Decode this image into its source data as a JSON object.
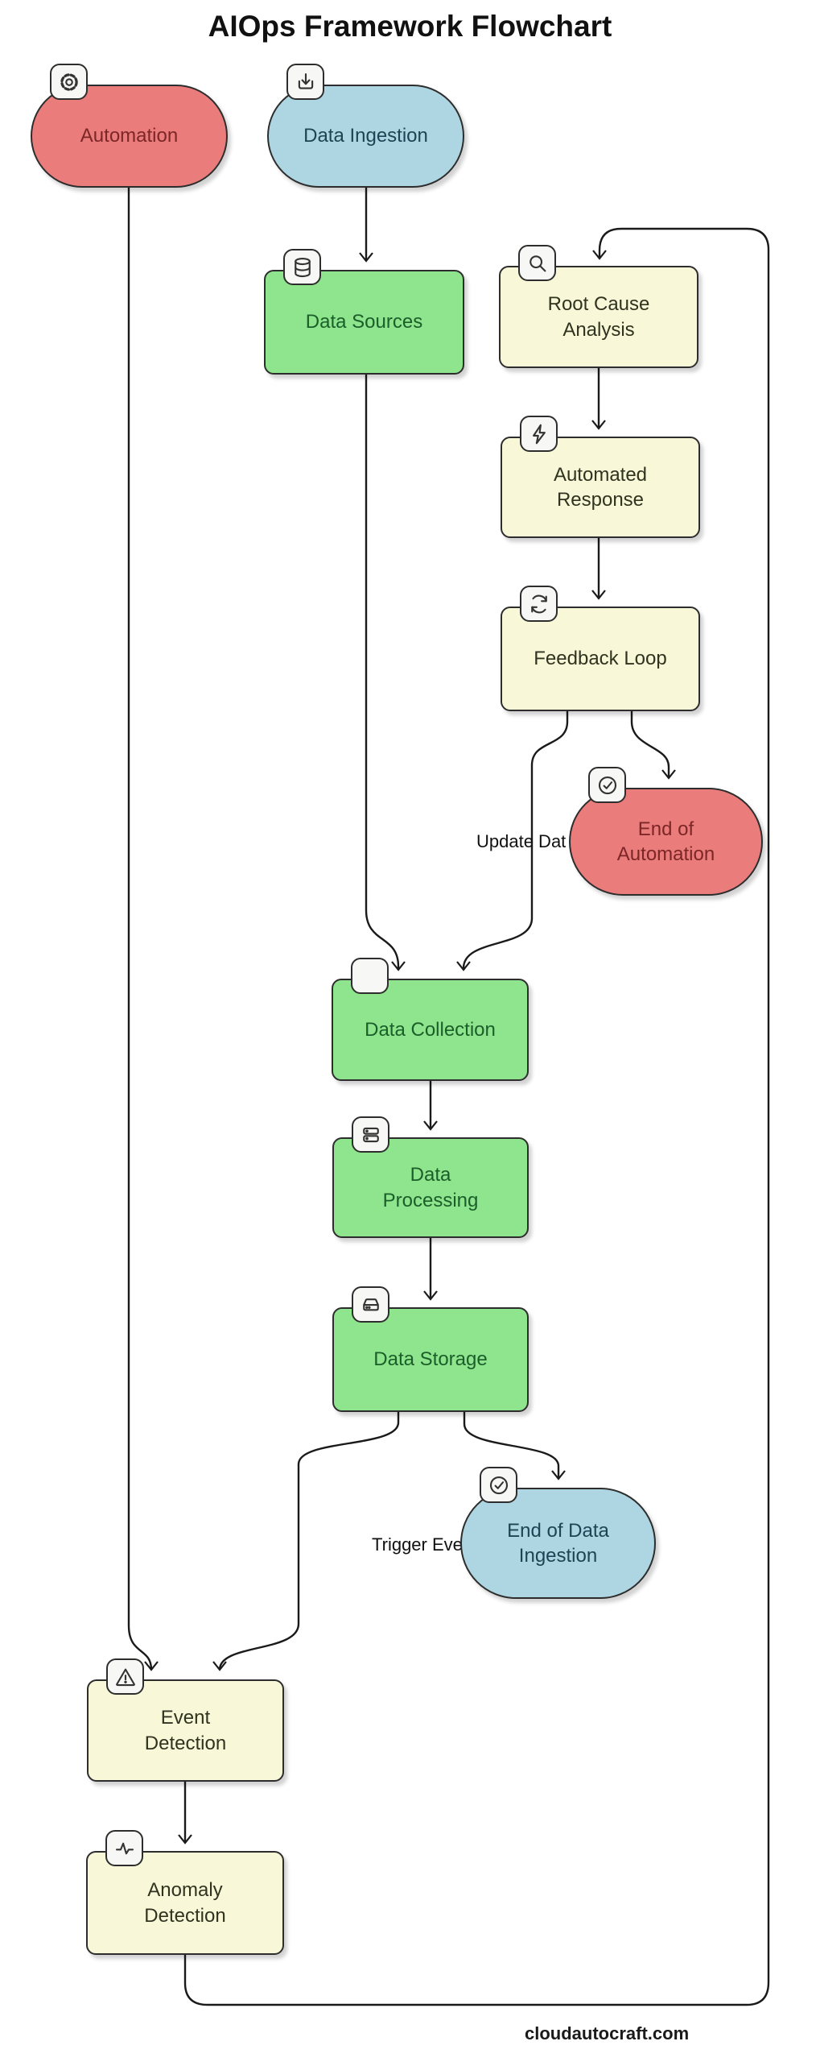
{
  "title": "AIOps Framework Flowchart",
  "footer": "cloudautocraft.com",
  "colors": {
    "terminal_red": "#ea7c7c",
    "terminal_blue": "#aed6e2",
    "process_green": "#8fe58d",
    "process_yellow": "#f8f8d9",
    "outline": "#2d2d2d",
    "edge": "#1a1a1a"
  },
  "nodes": {
    "automation": {
      "label": "Automation",
      "icon": "gear-icon",
      "shape": "pill",
      "color": "red"
    },
    "data_ingestion": {
      "label": "Data Ingestion",
      "icon": "download-icon",
      "shape": "pill",
      "color": "blue"
    },
    "data_sources": {
      "label": "Data Sources",
      "icon": "database-icon",
      "shape": "rect",
      "color": "green"
    },
    "root_cause": {
      "label": "Root Cause\nAnalysis",
      "icon": "search-icon",
      "shape": "rect",
      "color": "yellow"
    },
    "automated_response": {
      "label": "Automated\nResponse",
      "icon": "bolt-icon",
      "shape": "rect",
      "color": "yellow"
    },
    "feedback_loop": {
      "label": "Feedback Loop",
      "icon": "refresh-icon",
      "shape": "rect",
      "color": "yellow"
    },
    "end_automation": {
      "label": "End of\nAutomation",
      "icon": "check-circle-icon",
      "shape": "pill",
      "color": "red"
    },
    "data_collection": {
      "label": "Data Collection",
      "icon": "blank-badge",
      "shape": "rect",
      "color": "green"
    },
    "data_processing": {
      "label": "Data\nProcessing",
      "icon": "server-icon",
      "shape": "rect",
      "color": "green"
    },
    "data_storage": {
      "label": "Data Storage",
      "icon": "hard-drive-icon",
      "shape": "rect",
      "color": "green"
    },
    "end_data_ingestion": {
      "label": "End of Data\nIngestion",
      "icon": "check-circle-icon",
      "shape": "pill",
      "color": "blue"
    },
    "event_detection": {
      "label": "Event\nDetection",
      "icon": "warning-icon",
      "shape": "rect",
      "color": "yellow"
    },
    "anomaly_detection": {
      "label": "Anomaly\nDetection",
      "icon": "activity-icon",
      "shape": "rect",
      "color": "yellow"
    }
  },
  "edge_labels": {
    "update_data": "Update Dat",
    "trigger_event": "Trigger Eve"
  },
  "edges": [
    {
      "from": "data_ingestion",
      "to": "data_sources"
    },
    {
      "from": "data_sources",
      "to": "data_collection"
    },
    {
      "from": "automation",
      "to": "event_detection"
    },
    {
      "from": "root_cause",
      "to": "automated_response"
    },
    {
      "from": "automated_response",
      "to": "feedback_loop"
    },
    {
      "from": "feedback_loop",
      "to": "data_collection",
      "label": "Update Dat"
    },
    {
      "from": "feedback_loop",
      "to": "end_automation"
    },
    {
      "from": "data_collection",
      "to": "data_processing"
    },
    {
      "from": "data_processing",
      "to": "data_storage"
    },
    {
      "from": "data_storage",
      "to": "event_detection",
      "label": "Trigger Eve"
    },
    {
      "from": "data_storage",
      "to": "end_data_ingestion"
    },
    {
      "from": "event_detection",
      "to": "anomaly_detection"
    },
    {
      "from": "anomaly_detection",
      "to": "root_cause"
    }
  ]
}
